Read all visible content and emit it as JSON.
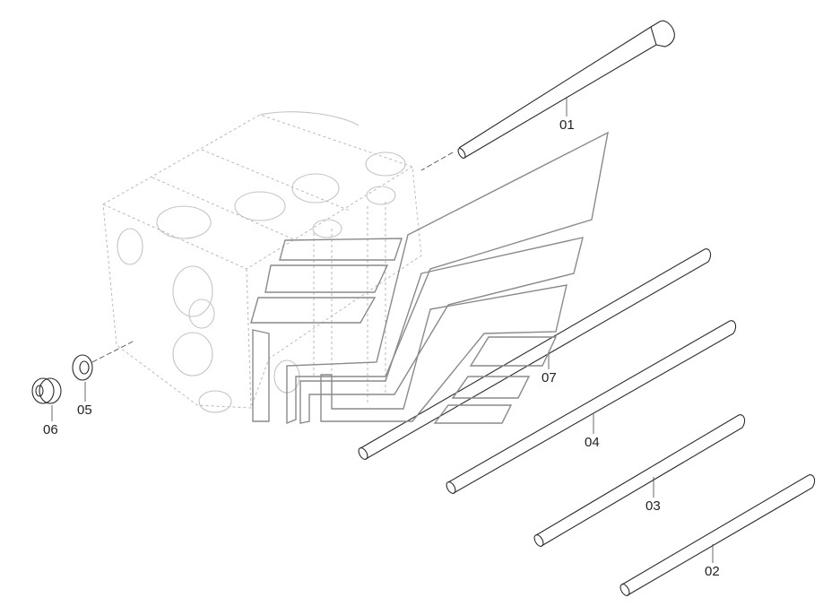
{
  "callouts": {
    "c01": "01",
    "c02": "02",
    "c03": "03",
    "c04": "04",
    "c05": "05",
    "c06": "06",
    "c07": "07"
  }
}
